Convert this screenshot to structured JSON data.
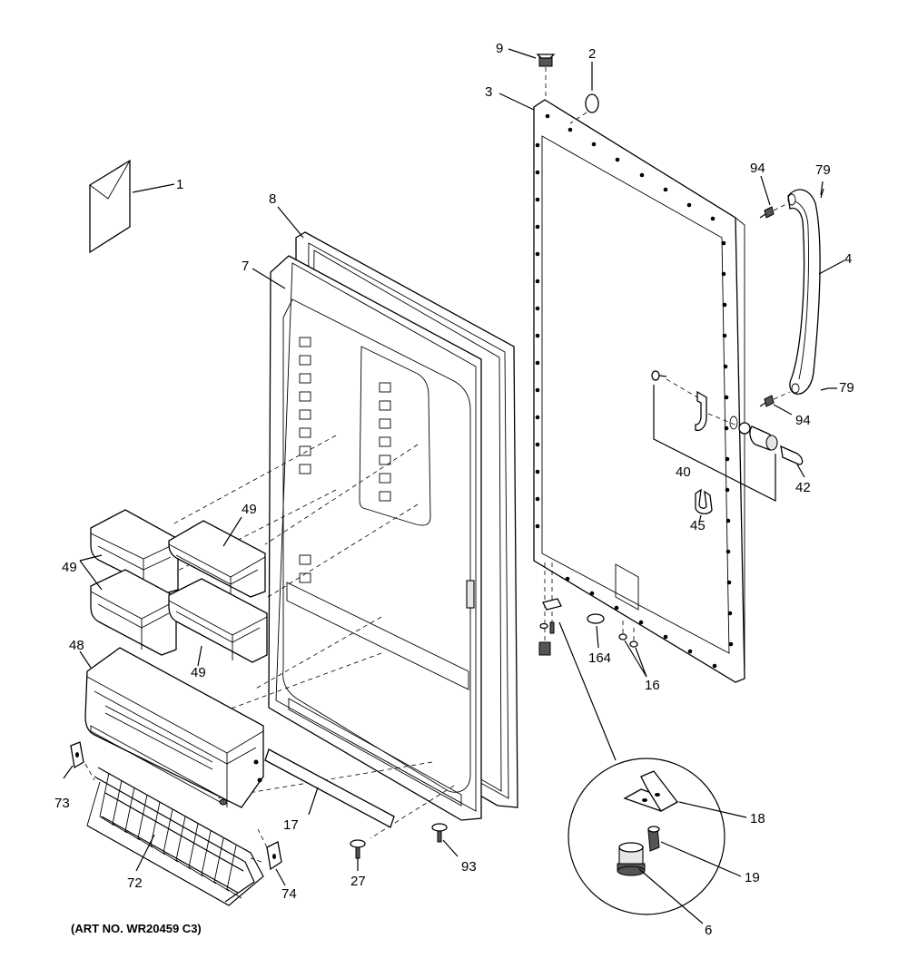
{
  "callouts": {
    "c1": "1",
    "c2": "2",
    "c3": "3",
    "c4": "4",
    "c6": "6",
    "c7": "7",
    "c8": "8",
    "c9": "9",
    "c16": "16",
    "c17": "17",
    "c18": "18",
    "c19": "19",
    "c27": "27",
    "c40": "40",
    "c42": "42",
    "c45": "45",
    "c48": "48",
    "c49a": "49",
    "c49b": "49",
    "c49c": "49",
    "c72": "72",
    "c73": "73",
    "c74": "74",
    "c79a": "79",
    "c79b": "79",
    "c93": "93",
    "c94a": "94",
    "c94b": "94",
    "c164": "164"
  },
  "art_number": "(ART NO. WR20459 C3)"
}
